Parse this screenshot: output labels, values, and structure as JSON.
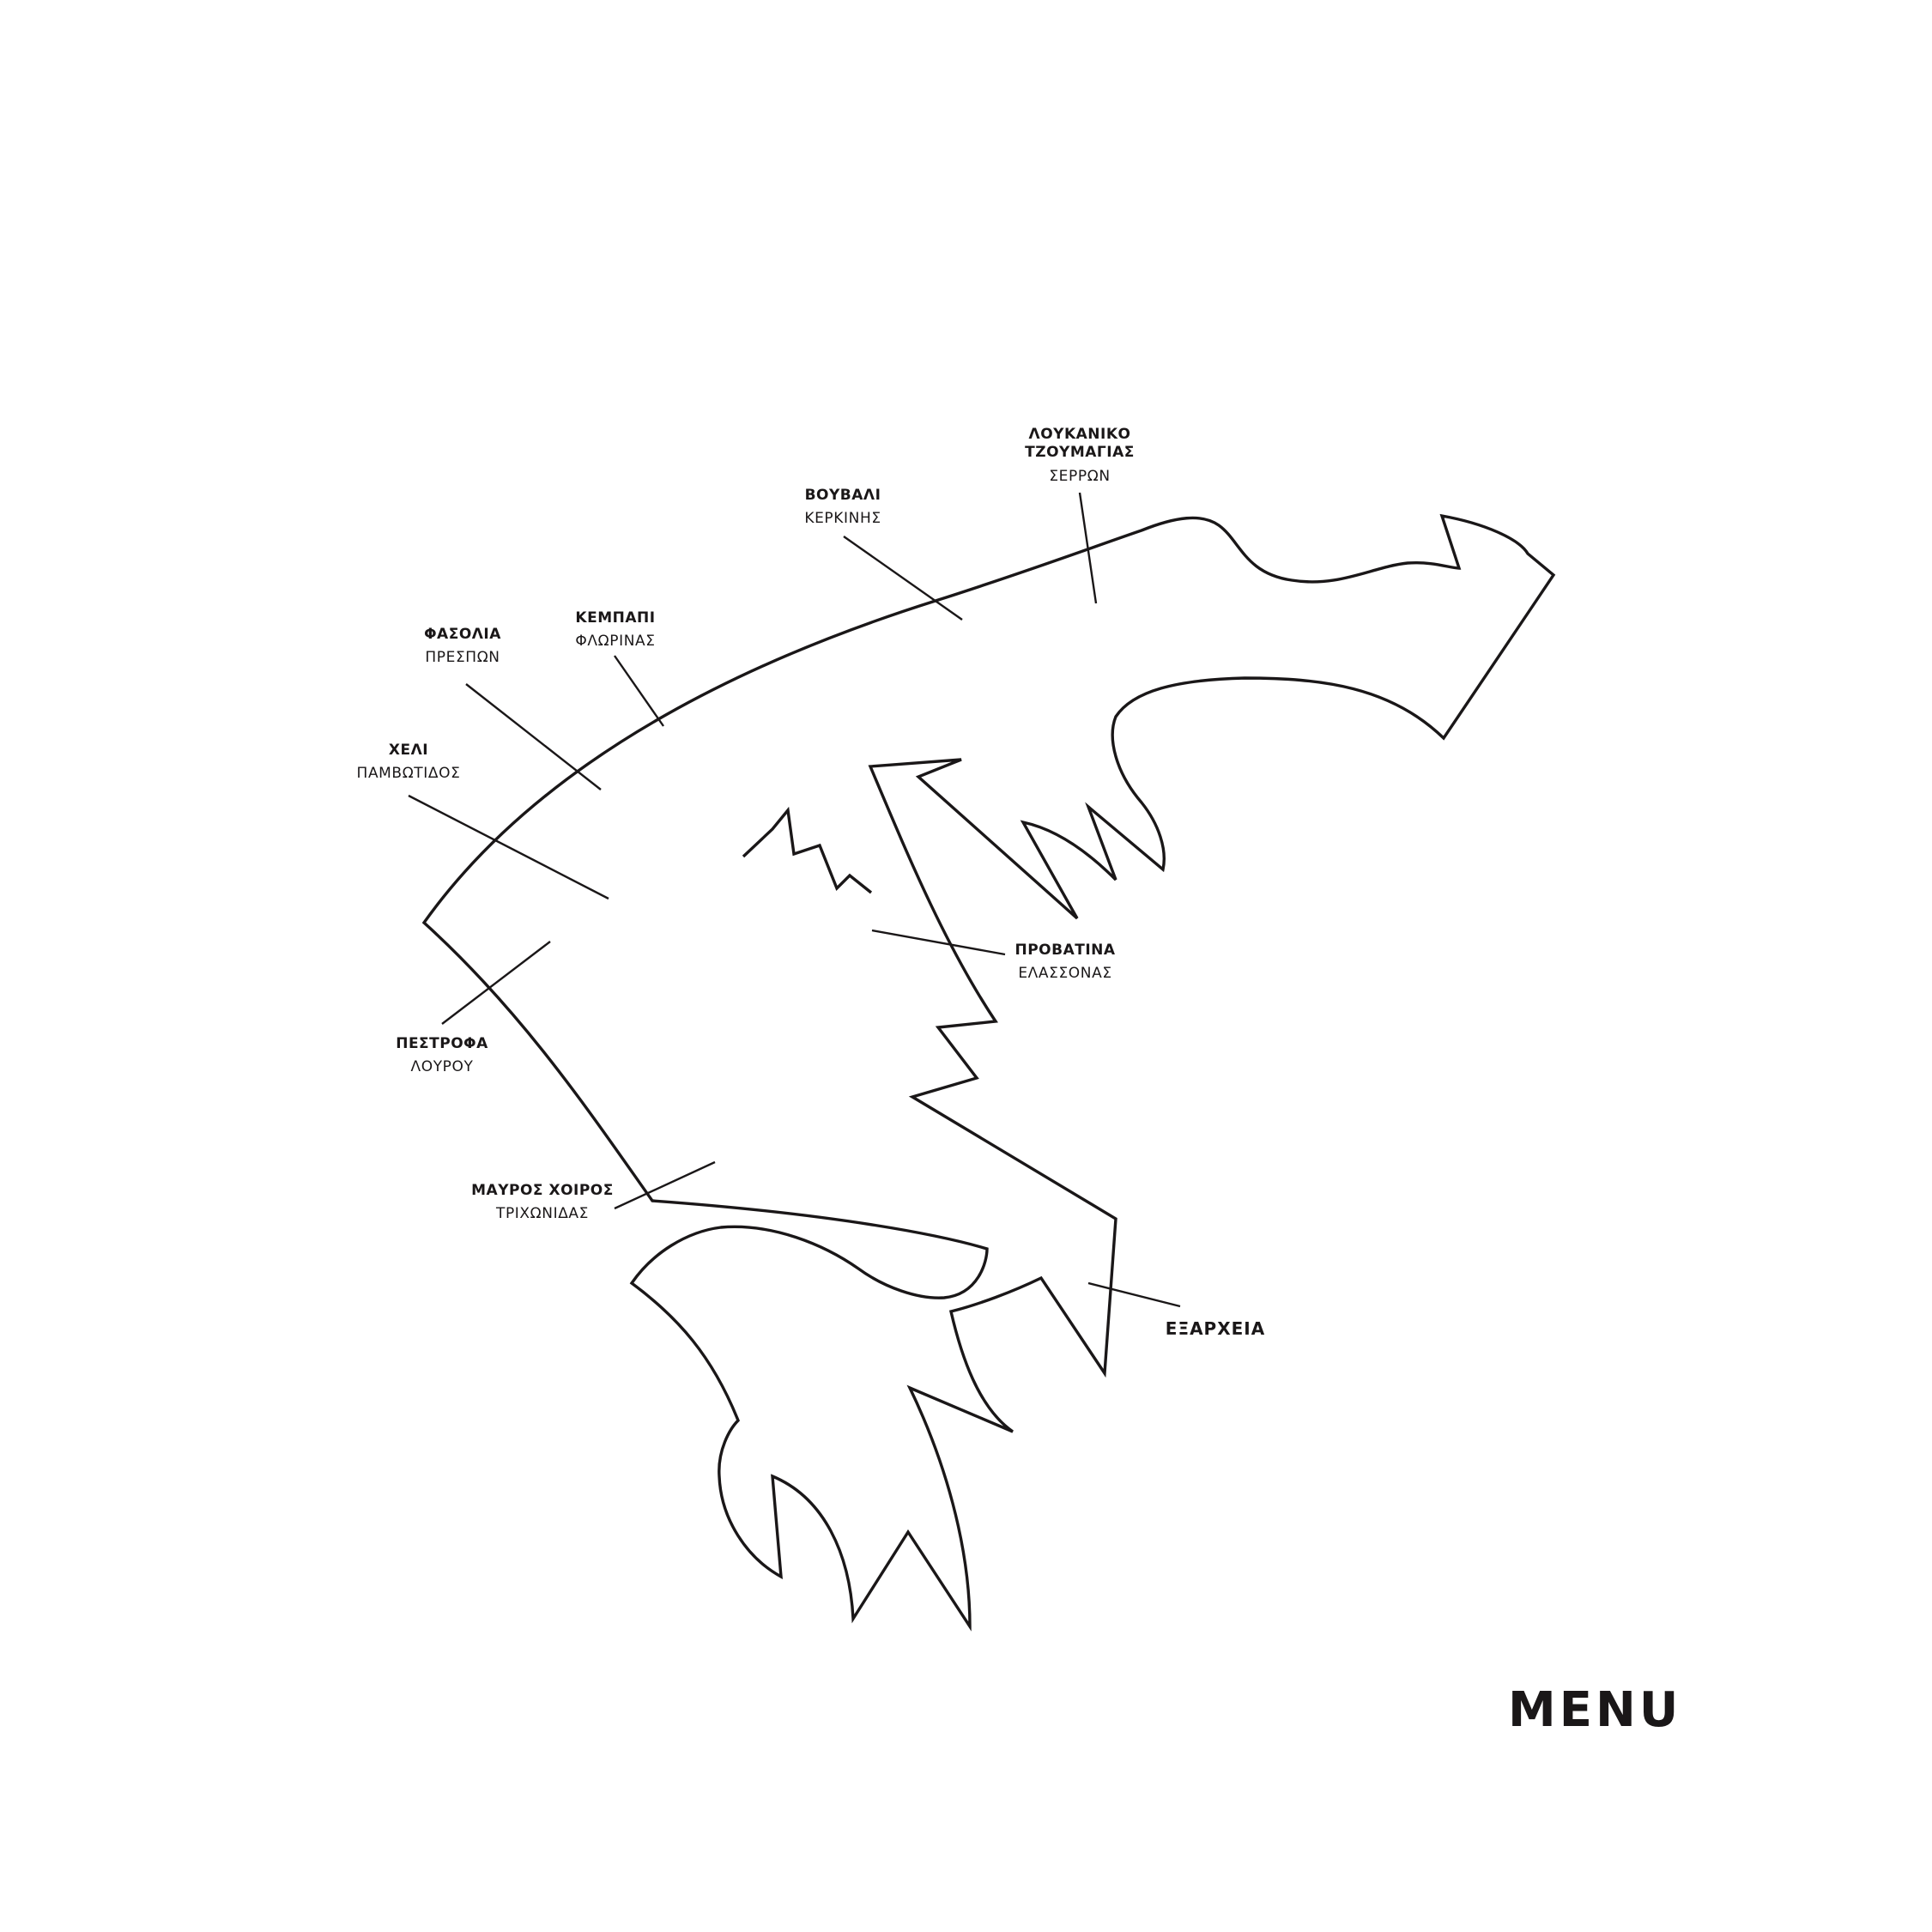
{
  "menu": {
    "title": "MENU"
  },
  "items": [
    {
      "id": "loukaniko",
      "name_line1": "ΛΟΥΚΑΝΙΚΟ",
      "name_line2": "ΤΖΟΥΜΑΓΙΑΣ",
      "origin": "ΣΕΡΡΩΝ"
    },
    {
      "id": "vouvali",
      "name": "ΒΟΥΒΑΛΙ",
      "origin": "ΚΕΡΚΙΝΗΣ"
    },
    {
      "id": "kempapi",
      "name": "ΚΕΜΠΑΠΙ",
      "origin": "ΦΛΩΡΙΝΑΣ"
    },
    {
      "id": "fasolia",
      "name": "ΦΑΣΟΛΙΑ",
      "origin": "ΠΡΕΣΠΩΝ"
    },
    {
      "id": "cheli",
      "name": "ΧΕΛΙ",
      "origin": "ΠΑΜΒΩΤΙΔΟΣ"
    },
    {
      "id": "provatina",
      "name": "ΠΡΟΒΑΤΙΝΑ",
      "origin": "ΕΛΑΣΣΟΝΑΣ"
    },
    {
      "id": "pestrofa",
      "name": "ΠΕΣΤΡΟΦΑ",
      "origin": "ΛΟΥΡΟΥ"
    },
    {
      "id": "mavros-choiros",
      "name": "ΜΑΥΡΟΣ ΧΟΙΡΟΣ",
      "origin": "ΤΡΙΧΩΝΙΔΑΣ"
    },
    {
      "id": "exarcheia",
      "name": "ΕΞΑΡΧΕΙΑ"
    }
  ],
  "colors": {
    "ink": "#1a1718",
    "background": "#ffffff"
  }
}
